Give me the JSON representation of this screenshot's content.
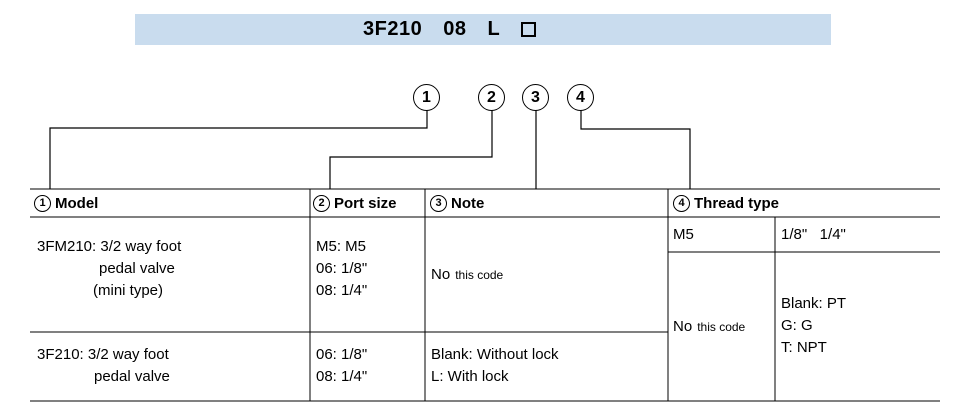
{
  "banner_color": "#c9dcee",
  "model_code": {
    "segments": [
      "3F210",
      "08",
      "L"
    ],
    "placeholder_icon": "empty-box"
  },
  "callouts": [
    "1",
    "2",
    "3",
    "4"
  ],
  "table": {
    "headers": [
      {
        "num": "1",
        "title": "Model"
      },
      {
        "num": "2",
        "title": "Port size"
      },
      {
        "num": "3",
        "title": "Note"
      },
      {
        "num": "4",
        "title": "Thread type"
      }
    ],
    "model": {
      "row1_line1": "3FM210: 3/2 way foot",
      "row1_line2": "pedal valve",
      "row1_line3": "(mini type)",
      "row2_line1": "3F210: 3/2 way foot",
      "row2_line2": "pedal valve"
    },
    "port_size": {
      "row1_line1": "M5: M5",
      "row1_line2": "06: 1/8\"",
      "row1_line3": "08: 1/4\"",
      "row2_line1": "06: 1/8\"",
      "row2_line2": "08: 1/4\""
    },
    "note": {
      "row1_no": "No",
      "row1_rest": "this code",
      "row2_line1": "Blank: Without lock",
      "row2_line2": "L: With lock"
    },
    "thread_type": {
      "sub1_left": "M5",
      "sub1_right": "1/8\"   1/4\"",
      "sub2_left_no": "No",
      "sub2_left_rest": "this code",
      "sub2_right_line1": "Blank: PT",
      "sub2_right_line2": "G: G",
      "sub2_right_line3": "T: NPT"
    }
  }
}
